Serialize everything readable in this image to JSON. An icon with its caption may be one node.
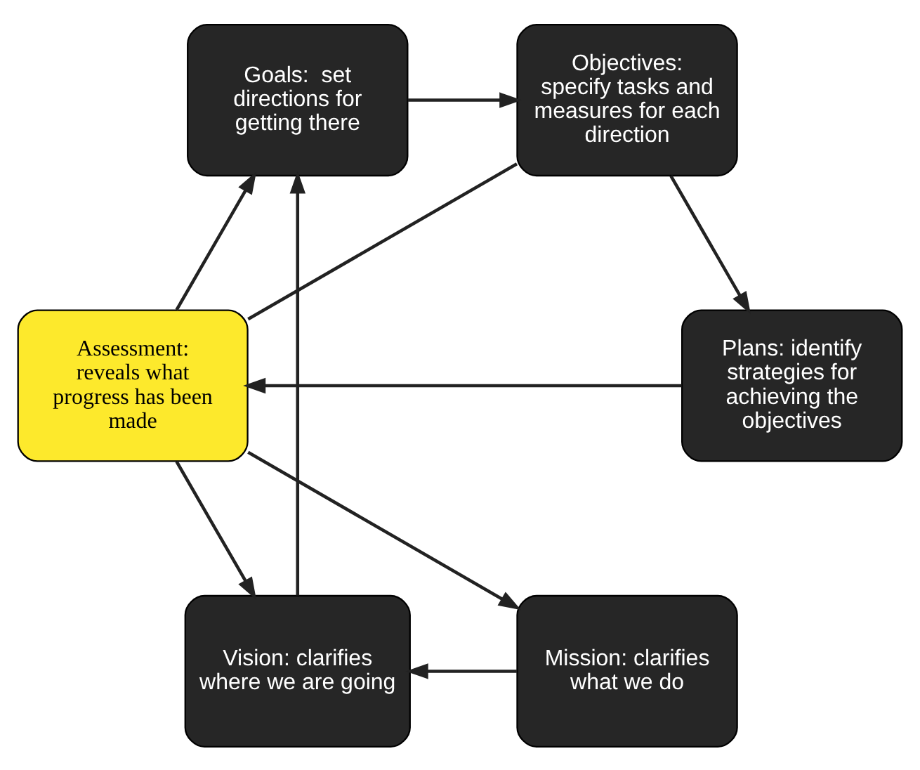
{
  "diagram": {
    "nodes": [
      {
        "text": [
          "Assessment: reveals what progress has been made"
        ]
      },
      {
        "text": [
          "Mission: clarifies what we do"
        ]
      },
      {
        "text": [
          "Vision: clarifies where we are going"
        ]
      },
      {
        "text": [
          "Goals:  set directions for getting there"
        ]
      },
      {
        "text": [
          "Objectives: specify tasks and measures for each direction"
        ]
      },
      {
        "text": [
          "Plans: identify strategies for achieving the objectives"
        ]
      }
    ],
    "edges": [
      {
        "from": 0,
        "to": 1,
        "arrow": "to"
      },
      {
        "from": 1,
        "to": 2,
        "arrow": "to"
      },
      {
        "from": 2,
        "to": 3,
        "arrow": "to"
      },
      {
        "from": 3,
        "to": 4,
        "arrow": "to"
      },
      {
        "from": 4,
        "to": 5,
        "arrow": "to"
      },
      {
        "from": 5,
        "to": 0,
        "arrow": "to"
      },
      {
        "from": 0,
        "to": 2,
        "arrow": "to"
      },
      {
        "from": 0,
        "to": 3,
        "arrow": "to"
      },
      {
        "from": 0,
        "to": 4,
        "arrow": "none"
      }
    ]
  }
}
